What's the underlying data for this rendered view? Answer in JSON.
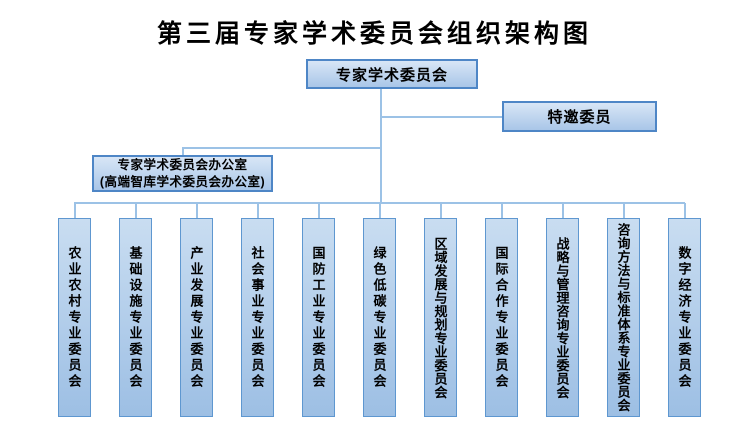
{
  "title": "第三届专家学术委员会组织架构图",
  "root": {
    "label": "专家学术委员会"
  },
  "invited": {
    "label": "特邀委员"
  },
  "office": {
    "line1": "专家学术委员会办公室",
    "line2": "(高端智库学术委员会办公室)"
  },
  "committees": [
    "农业农村专业委员会",
    "基础设施专业委员会",
    "产业发展专业委员会",
    "社会事业专业委员会",
    "国防工业专业委员会",
    "绿色低碳专业委员会",
    "区域发展与规划专业委员会",
    "国际合作专业委员会",
    "战略与管理咨询专业委员会",
    "咨询方法与标准体系专业委员会",
    "数字经济专业委员会"
  ],
  "colors": {
    "box_border": "#4e86c6",
    "box_fill_top": "#d8e6f6",
    "box_fill_bottom": "#a9c6e8",
    "connector": "#9cc2e6",
    "text": "#000000",
    "background": "#ffffff"
  }
}
